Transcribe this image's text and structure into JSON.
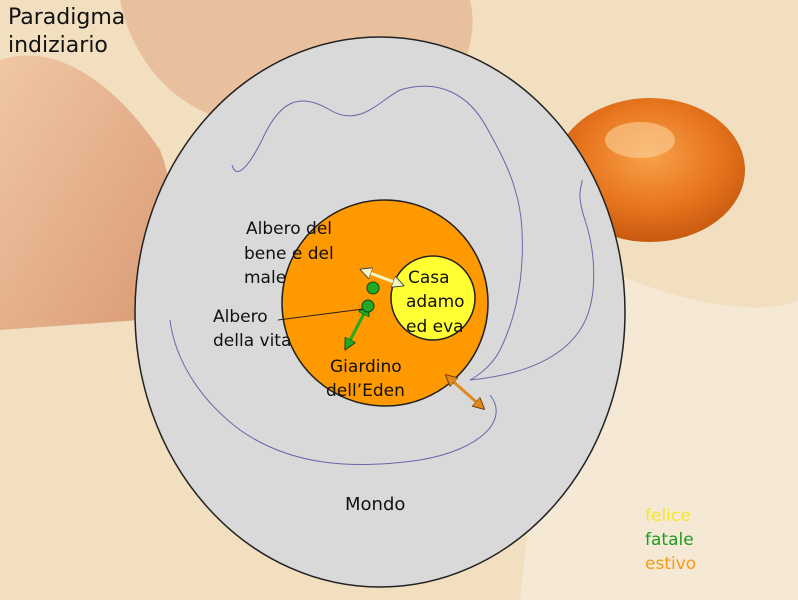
{
  "title": "Paradigma\nindiziario",
  "regions": {
    "world": "Mondo",
    "garden": [
      "Giardino",
      "dell’Eden"
    ],
    "house": [
      "Casa",
      "adamo",
      "ed eva"
    ]
  },
  "trees": {
    "good_evil": [
      "Albero del",
      "bene e del",
      "male"
    ],
    "life": [
      "Albero",
      "della vita"
    ]
  },
  "legend": [
    {
      "label": "felice",
      "color": "#f5e62a"
    },
    {
      "label": "fatale",
      "color": "#1f9a1f"
    },
    {
      "label": "estivo",
      "color": "#f39c12"
    }
  ],
  "colors": {
    "world": "#d9d9d9",
    "garden": "#ff9900",
    "house": "#ffff33",
    "tree_dot": "#22aa22",
    "river": "#6666aa"
  }
}
